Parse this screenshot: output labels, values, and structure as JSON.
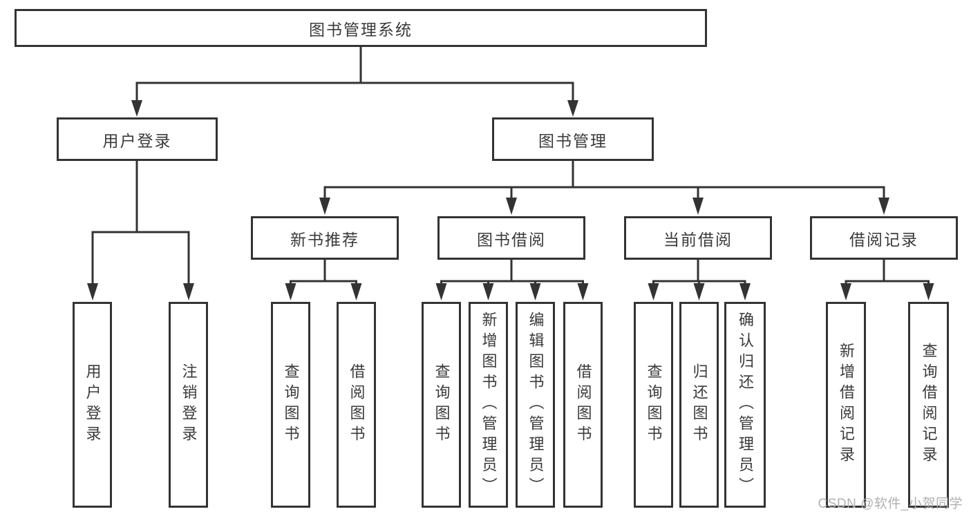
{
  "tree": {
    "root_label": "图书管理系统",
    "branches": [
      {
        "label": "用户登录",
        "children": [
          {
            "label": "用户登录"
          },
          {
            "label": "注销登录"
          }
        ]
      },
      {
        "label": "图书管理",
        "children": [
          {
            "label": "新书推荐",
            "children": [
              {
                "label": "查询图书"
              },
              {
                "label": "借阅图书"
              }
            ]
          },
          {
            "label": "图书借阅",
            "children": [
              {
                "label": "查询图书"
              },
              {
                "label": "新增图书（管理员）"
              },
              {
                "label": "编辑图书（管理员）"
              },
              {
                "label": "借阅图书"
              }
            ]
          },
          {
            "label": "当前借阅",
            "children": [
              {
                "label": "查询图书"
              },
              {
                "label": "归还图书"
              },
              {
                "label": "确认归还（管理员）"
              }
            ]
          },
          {
            "label": "借阅记录",
            "children": [
              {
                "label": "新增借阅记录"
              },
              {
                "label": "查询借阅记录"
              }
            ]
          }
        ]
      }
    ]
  },
  "watermark": {
    "text": "CSDN @软件_小贺同学"
  },
  "colors": {
    "line": "#333333",
    "box_border": "#333333",
    "text": "#3a3a3a",
    "watermark": "#b0b0b0",
    "background": "#ffffff"
  }
}
